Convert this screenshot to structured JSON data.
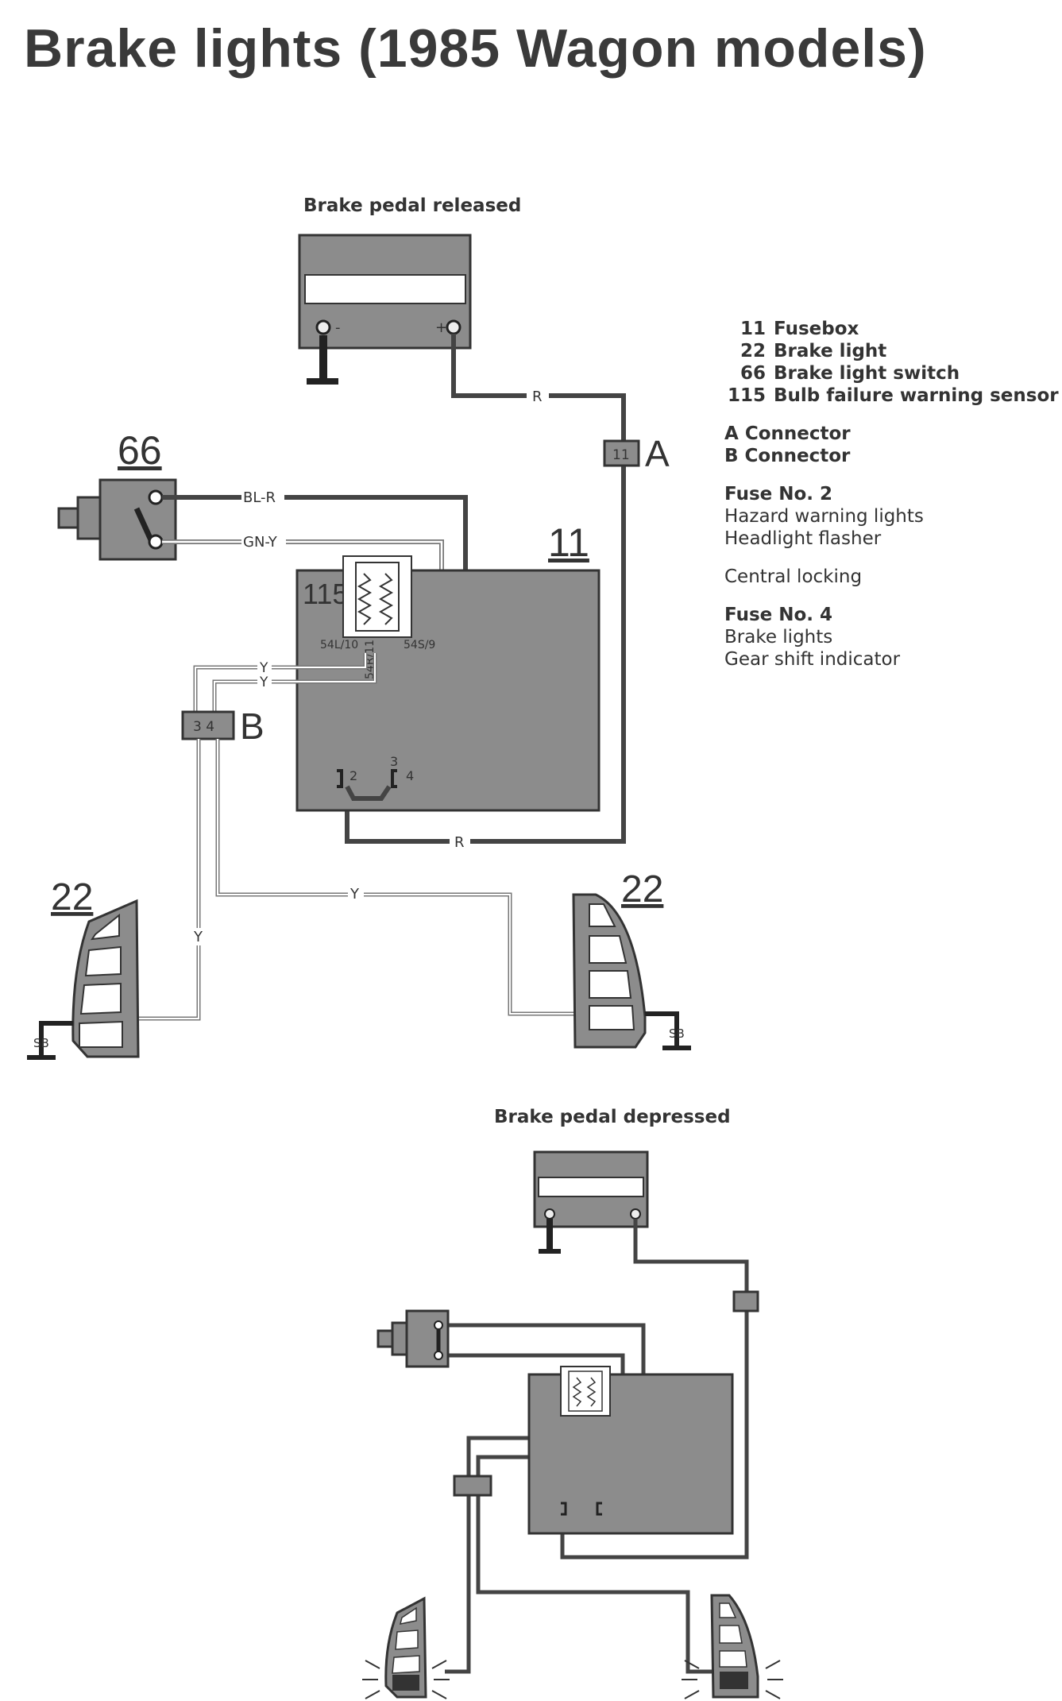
{
  "title": "Brake lights (1985 Wagon models)",
  "legend": {
    "components": [
      {
        "num": "11",
        "label": "Fusebox"
      },
      {
        "num": "22",
        "label": "Brake light"
      },
      {
        "num": "66",
        "label": "Brake light switch"
      },
      {
        "num": "115",
        "label": "Bulb failure warning sensor"
      }
    ],
    "connectors": [
      {
        "id": "A",
        "label": "Connector"
      },
      {
        "id": "B",
        "label": "Connector"
      }
    ],
    "fuse2": {
      "heading": "Fuse No. 2",
      "items": [
        "Hazard warning lights",
        "Headlight flasher"
      ]
    },
    "extra": "Central locking",
    "fuse4": {
      "heading": "Fuse No. 4",
      "items": [
        "Brake lights",
        "Gear shift indicator"
      ]
    }
  },
  "diagram_released": {
    "caption": "Brake pedal released",
    "battery": {
      "minus": "-",
      "plus": "+"
    },
    "switch_label": "66",
    "fusebox_label": "11",
    "sensor_label": "115",
    "sensor_pins": [
      "54L/10",
      "54R/11",
      "54S/9"
    ],
    "connector_a": {
      "pin": "11",
      "label": "A"
    },
    "connector_b": {
      "pins": "3  4",
      "label": "B"
    },
    "fuse_pins": [
      "2",
      "3",
      "4"
    ],
    "light_left": "22",
    "light_right": "22",
    "ground_left": "SB",
    "ground_right": "SB",
    "wires": {
      "battery_to_a": "R",
      "switch_top": "BL-R",
      "switch_bottom": "GN-Y",
      "sensor_y1": "Y",
      "sensor_y2": "Y",
      "fuse_to_a": "R",
      "to_right_light": "Y",
      "to_left_light": "Y"
    }
  },
  "diagram_depressed": {
    "caption": "Brake pedal depressed"
  }
}
